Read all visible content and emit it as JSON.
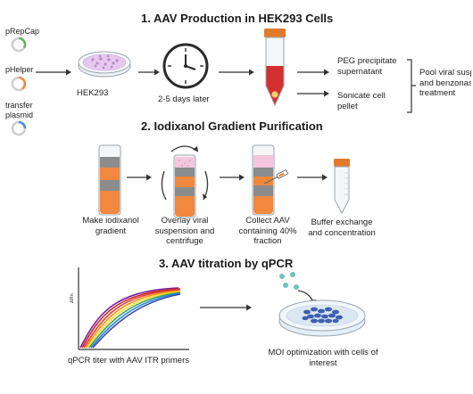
{
  "section1": {
    "title": "1.  AAV Production in HEK293 Cells",
    "plasmids": [
      "pRepCap",
      "pHelper",
      "transfer plasmid"
    ],
    "cells_label": "HEK293",
    "timer_label": "2-5 days later",
    "output_top": "PEG precipitate supernatant",
    "output_bottom": "Sonicate cell pellet",
    "pool_label": "Pool viral suspension and benzonase treatment",
    "colors": {
      "plasmid_green": "#5cb85c",
      "plasmid_orange": "#f0883e",
      "plasmid_blue": "#4a90d9",
      "cells": "#c8a2d8",
      "pellet": "#d32f2f",
      "cap": "#e07b2a"
    }
  },
  "section2": {
    "title": "2.  Iodixanol Gradient Purification",
    "steps": [
      "Make iodixanol gradient",
      "Overlay viral suspension and centrifuge",
      "Collect AAV containing 40% fraction",
      "Buffer exchange and concentration"
    ],
    "colors": {
      "orange_band": "#f0883e",
      "gray_band": "#8c8c8c",
      "pink": "#f3c6de"
    }
  },
  "section3": {
    "title": "3. AAV titration by qPCR",
    "axis_label": "ΔRn",
    "qpcr_label": "qPCR titer with AAV ITR primers",
    "moi_label": "MOI optimization with cells of interest",
    "colors": {
      "dots": "#6fc3b8",
      "cells": "#3f5fb0"
    }
  }
}
